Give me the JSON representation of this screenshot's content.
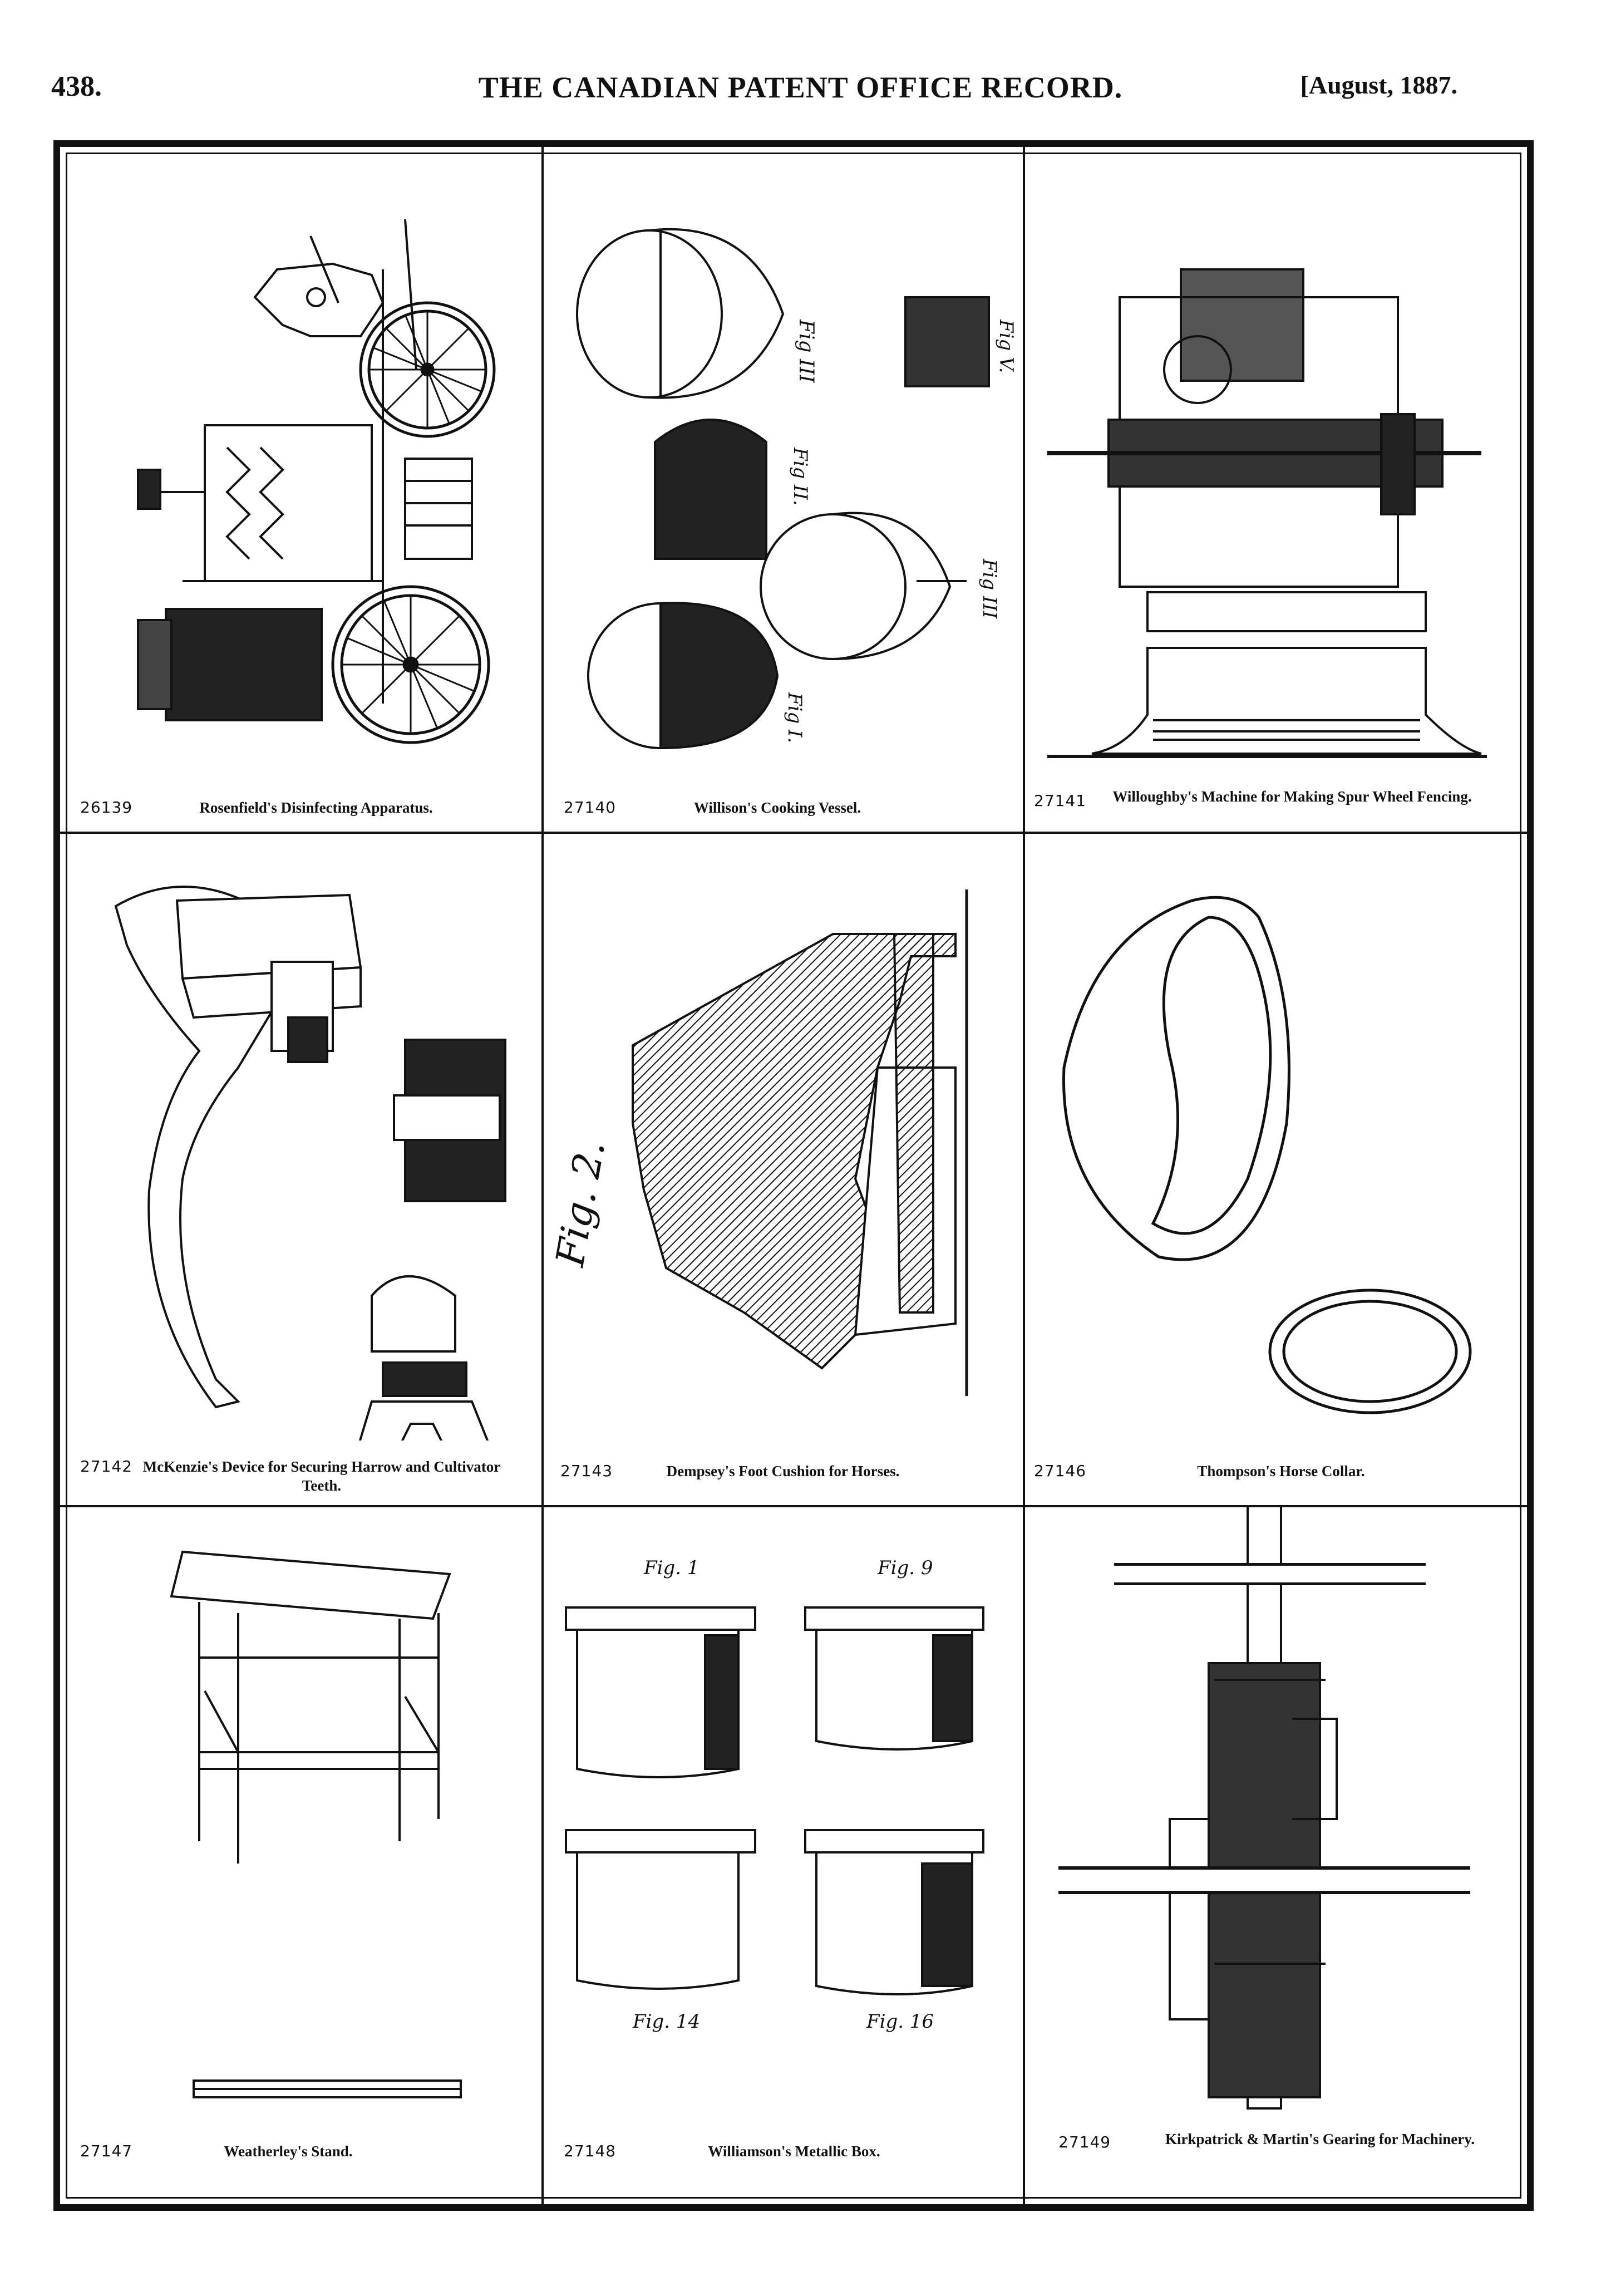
{
  "header": {
    "page_number": "438.",
    "title": "THE CANADIAN PATENT OFFICE RECORD.",
    "date": "[August, 1887."
  },
  "figures": [
    {
      "number": "26139",
      "caption": "Rosenfield's Disinfecting Apparatus."
    },
    {
      "number": "27140",
      "caption": "Willison's Cooking Vessel.",
      "labels": [
        "Fig III",
        "Fig V.",
        "Fig II.",
        "Fig III",
        "Fig I."
      ]
    },
    {
      "number": "27141",
      "caption": "Willoughby's Machine for Making Spur Wheel Fencing."
    },
    {
      "number": "27142",
      "caption": "McKenzie's Device for Securing Harrow and Cultivator Teeth."
    },
    {
      "number": "27143",
      "caption": "Dempsey's Foot Cushion for Horses.",
      "labels": [
        "Fig. 2."
      ]
    },
    {
      "number": "27146",
      "caption": "Thompson's Horse Collar."
    },
    {
      "number": "27147",
      "caption": "Weatherley's Stand."
    },
    {
      "number": "27148",
      "caption": "Williamson's Metallic Box.",
      "labels": [
        "Fig. 1",
        "Fig. 9",
        "Fig. 14",
        "Fig. 16"
      ]
    },
    {
      "number": "27149",
      "caption": "Kirkpatrick & Martin's Gearing for Machinery."
    }
  ]
}
